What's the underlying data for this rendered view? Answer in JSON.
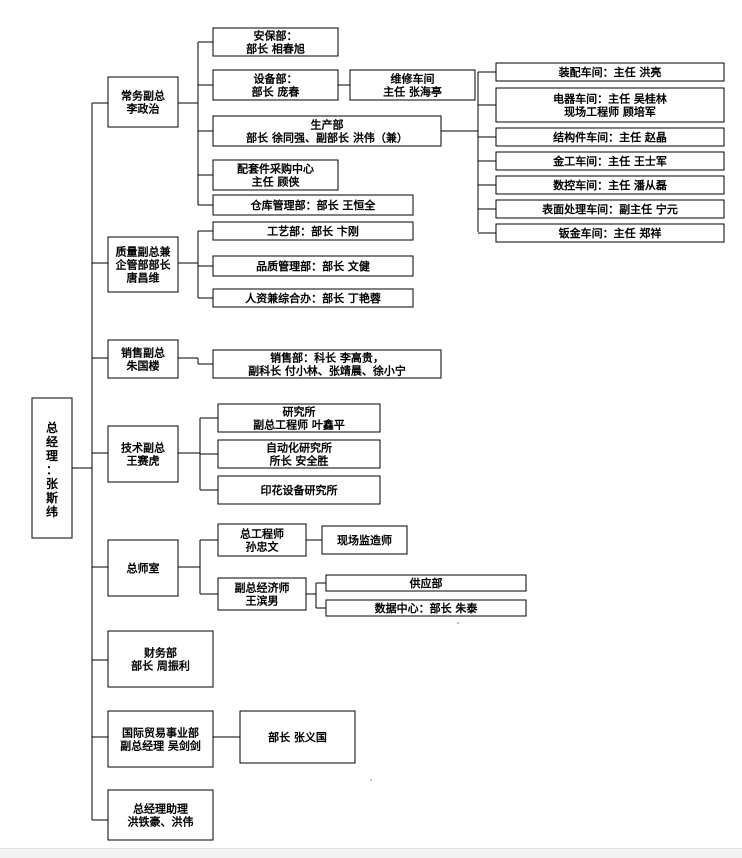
{
  "org_chart": {
    "gm": [
      "总",
      "经",
      "理",
      "：",
      "张",
      "斯",
      "纬"
    ],
    "branches": [
      {
        "label": [
          "常务副总",
          "李政治"
        ],
        "children": [
          {
            "label": [
              "安保部：",
              "部长 相春旭"
            ]
          },
          {
            "label": [
              "设备部：",
              "部长 庞春"
            ],
            "sub": [
              "维修车间",
              "主任 张海亭"
            ]
          },
          {
            "label": [
              "生产部",
              "部长 徐同强、副部长 洪伟（兼）"
            ],
            "workshops": [
              [
                "装配车间：主任 洪亮"
              ],
              [
                "电器车间：主任 吴桂林",
                "现场工程师 顾培军"
              ],
              [
                "结构件车间：主任 赵晶"
              ],
              [
                "金工车间：主任 王士军"
              ],
              [
                "数控车间：主任 潘从磊"
              ],
              [
                "表面处理车间：副主任 宁元"
              ],
              [
                "钣金车间：主任 郑祥"
              ]
            ]
          },
          {
            "label": [
              "配套件采购中心",
              "主任 顾侠"
            ]
          },
          {
            "label": [
              "仓库管理部：部长 王恒全"
            ]
          }
        ]
      },
      {
        "label": [
          "质量副总兼",
          "企管部部长",
          "唐昌维"
        ],
        "children": [
          {
            "label": [
              "工艺部：部长 卞刚"
            ]
          },
          {
            "label": [
              "品质管理部：部长 文健"
            ]
          },
          {
            "label": [
              "人资兼综合办：部长 丁艳蓉"
            ]
          }
        ]
      },
      {
        "label": [
          "销售副总",
          "朱国楼"
        ],
        "children": [
          {
            "label": [
              "销售部：科长 李高贵，",
              "副科长 付小林、张靖晨、徐小宁"
            ]
          }
        ]
      },
      {
        "label": [
          "技术副总",
          "王赛虎"
        ],
        "children": [
          {
            "label": [
              "研究所",
              "副总工程师 叶鑫平"
            ]
          },
          {
            "label": [
              "自动化研究所",
              "所长 安全胜"
            ]
          },
          {
            "label": [
              "印花设备研究所"
            ]
          }
        ]
      },
      {
        "label": [
          "总师室"
        ],
        "children": [
          {
            "label": [
              "总工程师",
              "孙忠文"
            ],
            "sub": [
              "现场监造师"
            ]
          },
          {
            "label": [
              "副总经济师",
              "王滨男"
            ],
            "subs": [
              [
                "供应部"
              ],
              [
                "数据中心：部长 朱泰"
              ]
            ]
          }
        ]
      },
      {
        "label": [
          "财务部",
          "部长 周振利"
        ]
      },
      {
        "label": [
          "国际贸易事业部",
          "副总经理 吴剑剑"
        ],
        "sub": [
          "部长 张义国"
        ]
      },
      {
        "label": [
          "总经理助理",
          "洪铁豪、洪伟"
        ]
      }
    ]
  }
}
